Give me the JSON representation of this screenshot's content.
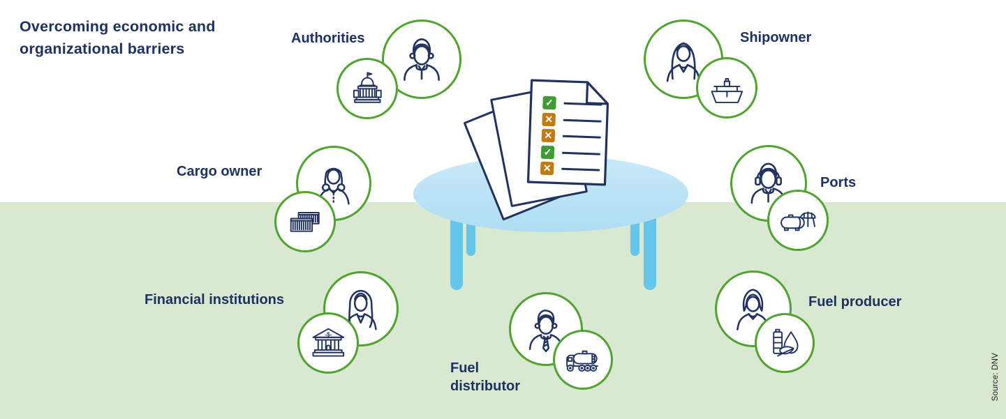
{
  "title": {
    "text": "Overcoming economic and organizational barriers"
  },
  "stakeholders": [
    {
      "label": "Authorities",
      "person_icon": "male-official-icon",
      "object_icon": "government-building-icon"
    },
    {
      "label": "Shipowner",
      "person_icon": "businesswoman-icon",
      "object_icon": "ship-icon"
    },
    {
      "label": "Cargo owner",
      "person_icon": "woman-curly-hair-icon",
      "object_icon": "cargo-containers-icon"
    },
    {
      "label": "Ports",
      "person_icon": "man-headset-icon",
      "object_icon": "storage-tanks-icon"
    },
    {
      "label": "Financial institutions",
      "person_icon": "woman-wavy-hair-icon",
      "object_icon": "bank-building-icon"
    },
    {
      "label": "Fuel distributor",
      "person_icon": "man-tie-icon",
      "object_icon": "tanker-truck-icon"
    },
    {
      "label": "Fuel producer",
      "person_icon": "woman-bob-hair-icon",
      "object_icon": "green-fuel-icon"
    }
  ],
  "checklist": {
    "items": [
      "check",
      "cross",
      "cross",
      "check",
      "cross"
    ],
    "check_glyph": "✓",
    "cross_glyph": "✕"
  },
  "icons": {
    "bank_symbol": "-$-"
  },
  "source": {
    "label": "Source: DNV"
  },
  "colors": {
    "navy_text": "#1e3160",
    "icon_stroke": "#22325f",
    "circle_green": "#4fa32e",
    "band_green": "#d9e8d1",
    "check_green": "#3f9c35",
    "cross_orange": "#c07c12",
    "table_top_blue": "#bfe3f6",
    "table_leg_blue": "#66c6ea"
  }
}
